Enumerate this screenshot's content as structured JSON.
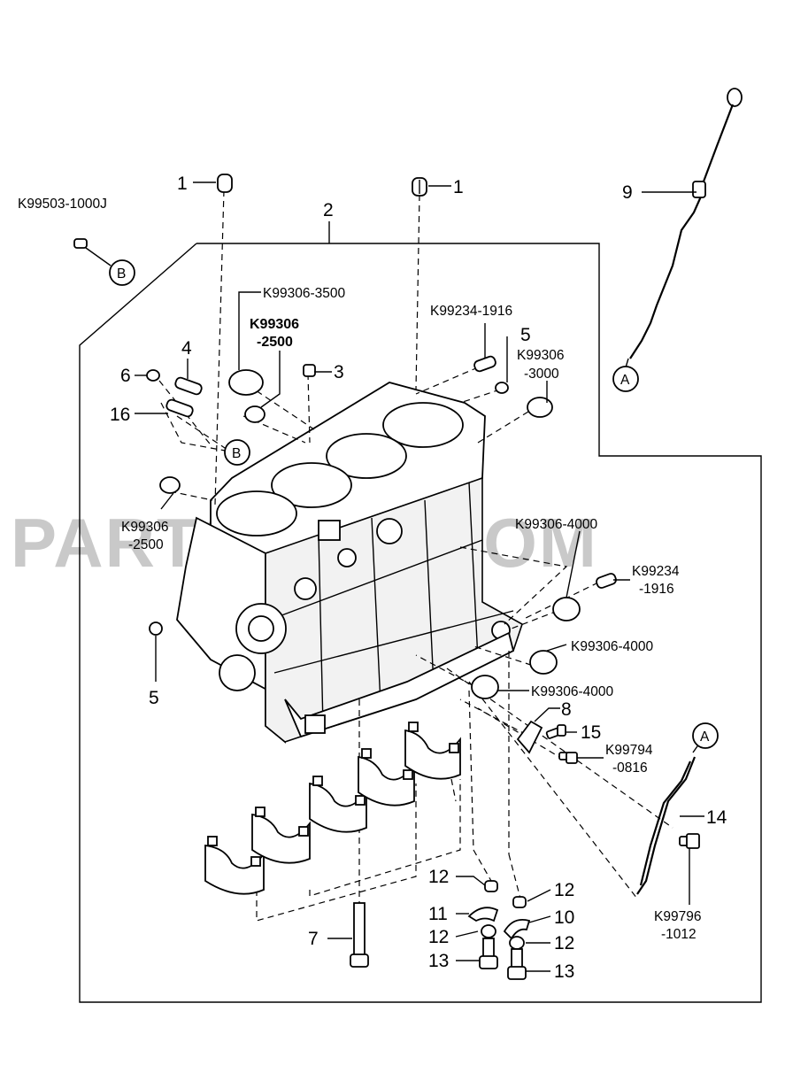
{
  "watermark": "PARTSOUQ.COM",
  "callouts": {
    "c1_left": "1",
    "c1_right": "1",
    "c2": "2",
    "c3": "3",
    "c4": "4",
    "c5_top": "5",
    "c5_left": "5",
    "c6": "6",
    "c7": "7",
    "c8": "8",
    "c9": "9",
    "c10": "10",
    "c11": "11",
    "c12_a": "12",
    "c12_b": "12",
    "c12_c": "12",
    "c12_d": "12",
    "c13_a": "13",
    "c13_b": "13",
    "c14": "14",
    "c15": "15",
    "c16": "16"
  },
  "part_numbers": {
    "k99503_1000j": "K99503-1000J",
    "k99306_3500": "K99306-3500",
    "k99306_2500_bold_1": "K99306",
    "k99306_2500_bold_2": "-2500",
    "k99234_1916_top": "K99234-1916",
    "k99306_3000_1": "K99306",
    "k99306_3000_2": "-3000",
    "k99306_2500_left_1": "K99306",
    "k99306_2500_left_2": "-2500",
    "k99306_4000_a": "K99306-4000",
    "k99234_1916_right_1": "K99234",
    "k99234_1916_right_2": "-1916",
    "k99306_4000_b": "K99306-4000",
    "k99306_4000_c": "K99306-4000",
    "k99794_0816_1": "K99794",
    "k99794_0816_2": "-0816",
    "k99796_1012_1": "K99796",
    "k99796_1012_2": "-1012"
  },
  "ref_markers": {
    "b_top": "B",
    "b_block": "B",
    "a_dipstick": "A",
    "a_tube": "A"
  }
}
